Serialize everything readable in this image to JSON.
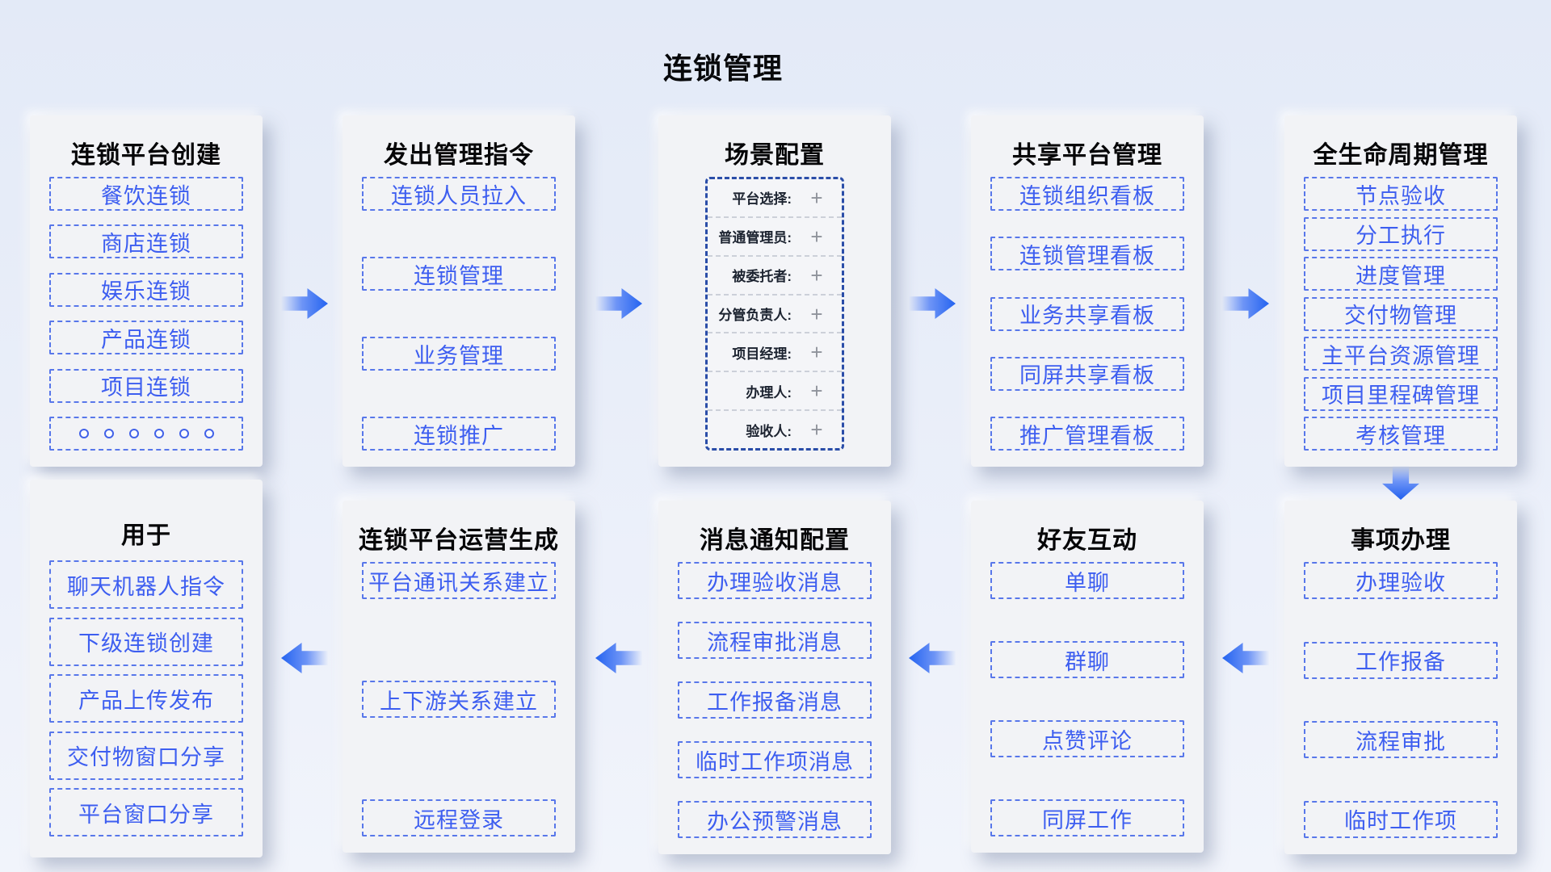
{
  "title": "连锁管理",
  "colors": {
    "background_top": "#e3eaf7",
    "background_bottom": "#f1f4fb",
    "panel_bg": "#f2f3f6",
    "chip_border": "#5877ea",
    "chip_text": "#3d5ef0",
    "arrow_blue": "#2463f0",
    "scene_border": "#2a4da8",
    "scene_label": "#1c2330",
    "plus_gray": "#8f939b",
    "title_black": "#060608"
  },
  "panels": [
    {
      "title": "连锁平台创建",
      "items": [
        "餐饮连锁",
        "商店连锁",
        "娱乐连锁",
        "产品连锁",
        "项目连锁"
      ],
      "has_dots": true
    },
    {
      "title": "发出管理指令",
      "items": [
        "连锁人员拉入",
        "连锁管理",
        "业务管理",
        "连锁推广"
      ]
    },
    {
      "title": "场景配置",
      "rows": [
        "平台选择:",
        "普通管理员:",
        "被委托者:",
        "分管负责人:",
        "项目经理:",
        "办理人:",
        "验收人:"
      ],
      "plus_glyph": "+"
    },
    {
      "title": "共享平台管理",
      "items": [
        "连锁组织看板",
        "连锁管理看板",
        "业务共享看板",
        "同屏共享看板",
        "推广管理看板"
      ]
    },
    {
      "title": "全生命周期管理",
      "items": [
        "节点验收",
        "分工执行",
        "进度管理",
        "交付物管理",
        "主平台资源管理",
        "项目里程碑管理",
        "考核管理"
      ]
    },
    {
      "title": "用于",
      "items": [
        "聊天机器人指令",
        "下级连锁创建",
        "产品上传发布",
        "交付物窗口分享",
        "平台窗口分享"
      ]
    },
    {
      "title": "连锁平台运营生成",
      "items": [
        "平台通讯关系建立",
        "上下游关系建立",
        "远程登录"
      ]
    },
    {
      "title": "消息通知配置",
      "items": [
        "办理验收消息",
        "流程审批消息",
        "工作报备消息",
        "临时工作项消息",
        "办公预警消息"
      ]
    },
    {
      "title": "好友互动",
      "items": [
        "单聊",
        "群聊",
        "点赞评论",
        "同屏工作"
      ]
    },
    {
      "title": "事项办理",
      "items": [
        "办理验收",
        "工作报备",
        "流程审批",
        "临时工作项"
      ]
    }
  ],
  "arrows": [
    "right",
    "right",
    "right",
    "right",
    "down",
    "left",
    "left",
    "left",
    "left"
  ]
}
